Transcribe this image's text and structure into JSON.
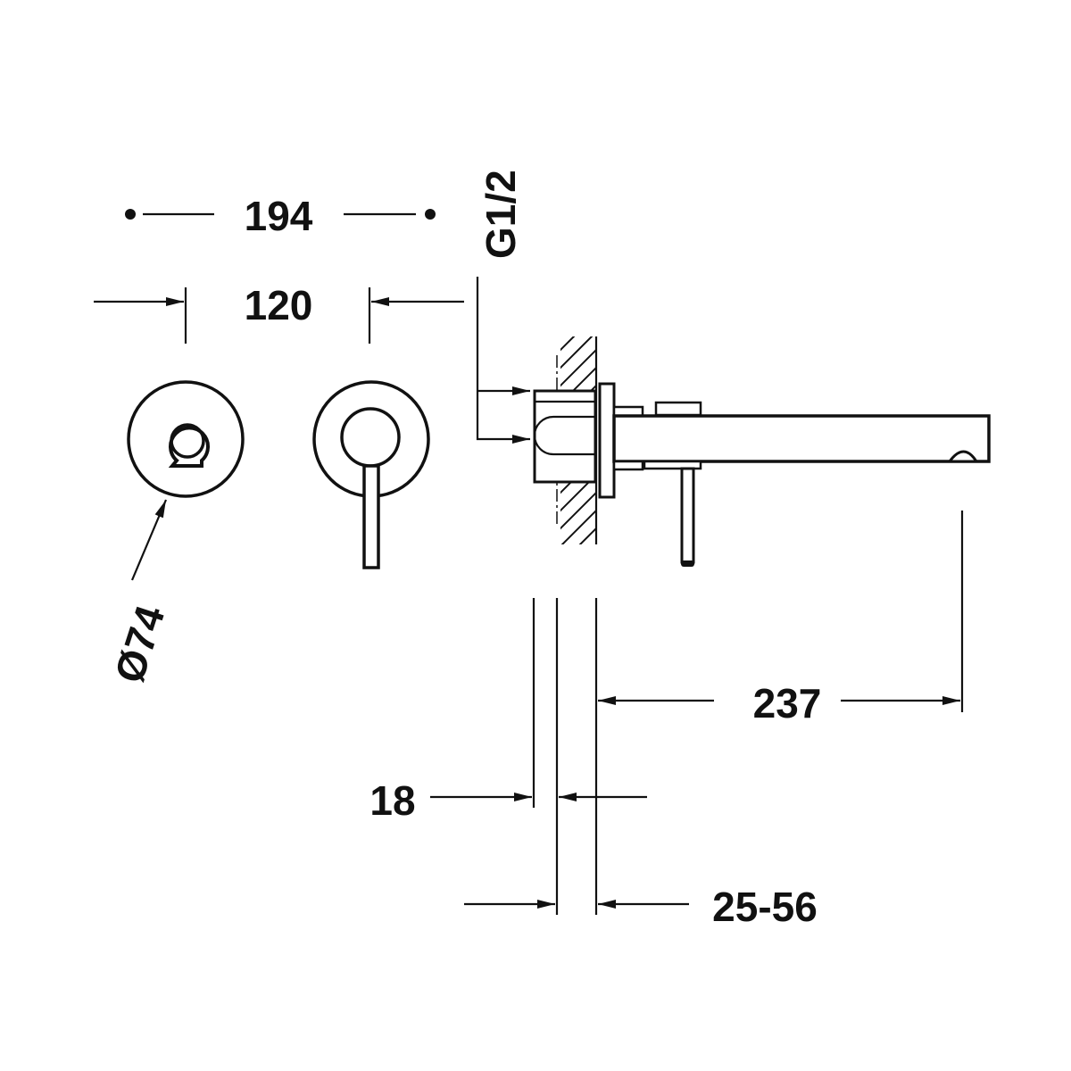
{
  "dimensions": {
    "overall_width": "194",
    "center_distance": "120",
    "connection": "G1/2",
    "rosette_diameter": "Ø74",
    "spout_projection": "237",
    "plate_thickness": "18",
    "installation_depth": "25-56"
  },
  "colors": {
    "line": "#111111",
    "background": "#ffffff"
  }
}
